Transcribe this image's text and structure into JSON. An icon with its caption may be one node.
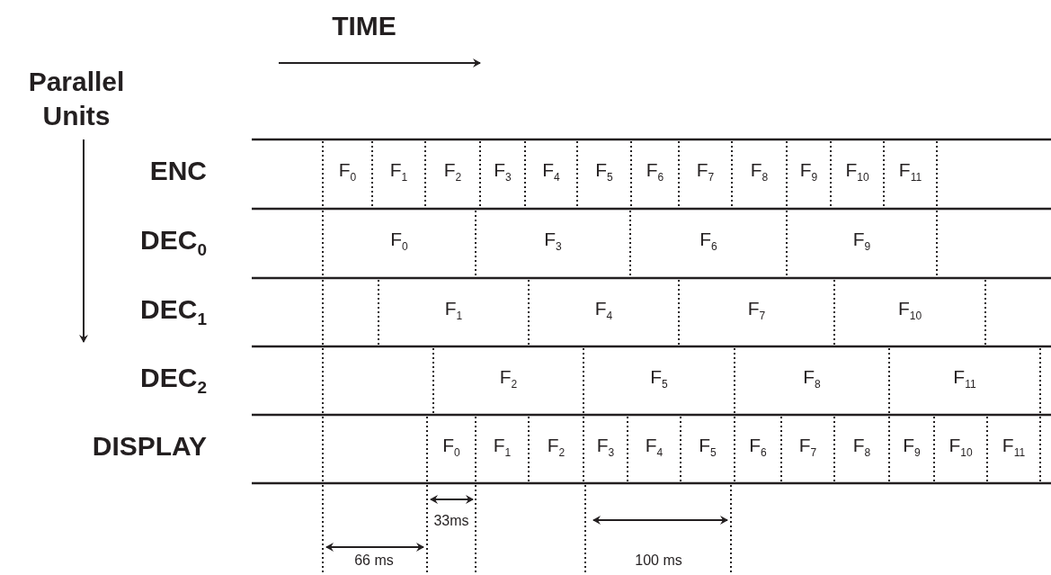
{
  "diagram": {
    "labels": [
      "TIME",
      "Parallel Units",
      "ENC",
      "F$_{0}$",
      "F$_{1}$",
      "F$_{2}$",
      "F$_{3}$",
      "F$_{4}$",
      "F$_{5}$",
      "F$_{6}$",
      "F$_{7}$",
      "F$_{8}$",
      "F$_{9}$",
      "F$_{10}$",
      "F$_{11}$",
      "DEC$_{0}$",
      "F$_{0}$",
      "F$_{3}$",
      "F$_{6}$",
      "F$_{9}$",
      "DEC$_{1}$",
      "F$_{1}$",
      "F$_{4}$",
      "F$_{7}$",
      "F$_{10}$",
      "DEC$_{2}$",
      "F$_{2}$",
      "F$_{5}$",
      "F$_{8}$",
      "F$_{11}$",
      "DISPLAY",
      "F$_{0}$",
      "F$_{1}$",
      "F$_{2}$",
      "F$_{3}$",
      "F$_{4}$",
      "F$_{5}$",
      "F$_{6}$",
      "F$_{7}$",
      "F$_{8}$",
      "F$_{9}$",
      "F$_{10}$",
      "F$_{11}$",
      "33ms",
      "66 ms",
      "100 ms"
    ]
  }
}
